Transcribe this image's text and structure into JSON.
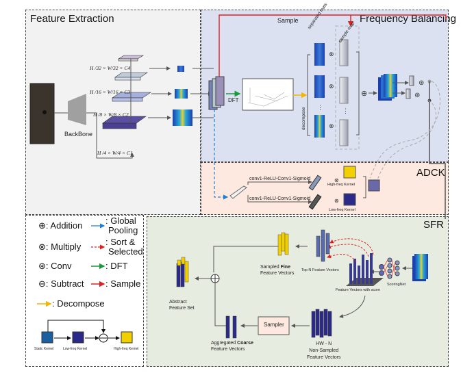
{
  "panels": {
    "feature_extraction": {
      "title": "Feature Extraction",
      "backbone_label": "BackBone",
      "levels": [
        "H /32 × W/32 × C4",
        "H /16 × W/16 × C3",
        "H /8 × W/8 × C2",
        "H /4 × W/4 × C1"
      ]
    },
    "frequency_balancing": {
      "title": "Frequency Balancing",
      "sample_label": "Sample",
      "dft_label": "DFT",
      "separated_label": "separated feats",
      "sample_map_label": "sample map",
      "decompose_label": "decompose"
    },
    "adck": {
      "title": "ADCK",
      "branch_top": "conv1-ReLU-Conv1-Sigmoid",
      "branch_bottom": "conv1-ReLU-Conv1-Sigmoid",
      "high_freq_kernel": "High-freq Kernel",
      "low_freq_kernel": "Low-freq Kernel"
    },
    "sfr": {
      "title": "SFR",
      "sampled_fine_prefix": "Sampled ",
      "sampled_fine_bold": "Fine",
      "sampled_fine_suffix": "Feature Vectors",
      "top_n": "Top N Feature Vectors",
      "scoring_net": "ScoringNet",
      "with_score": "Feature Vectors with score",
      "abstract_1": "Abstract",
      "abstract_2": "Feature Set",
      "sampler": "Sampler",
      "aggregated_prefix": "Aggregated ",
      "aggregated_bold": "Coarse",
      "aggregated_suffix": "Feature Vectors",
      "hw_n": "HW - N",
      "non_sampled_1": "Non-Sampled",
      "non_sampled_2": "Feature Vectors"
    }
  },
  "legend": {
    "items": [
      {
        "symbol": "⊕",
        "label": ": Addition"
      },
      {
        "symbol": "⊗",
        "label": ": Multiply"
      },
      {
        "symbol": "⊛",
        "label": ": Conv"
      },
      {
        "symbol": "⊖",
        "label": ": Subtract"
      }
    ],
    "arrows": [
      {
        "label1": ": Global",
        "label2": "Pooling",
        "color": "#1e7fd8"
      },
      {
        "label1": ": Sort &",
        "label2": "Selected",
        "color": "#e02020"
      },
      {
        "label1": ": DFT",
        "label2": "",
        "color": "#1a9a3a"
      },
      {
        "label1": ": Sample",
        "label2": "",
        "color": "#e02020"
      }
    ],
    "decompose": {
      "label": ": Decompose",
      "color": "#f5b400"
    },
    "kernels": [
      "Static Kernel",
      "Low-freq Kernel",
      "High-freq Kernel"
    ]
  },
  "colors": {
    "fe_bg": "#f2f2f2",
    "fb_bg": "#dce1f2",
    "adck_bg": "#fde9df",
    "sfr_bg": "#e6ece0",
    "legend_bg": "#ffffff"
  }
}
